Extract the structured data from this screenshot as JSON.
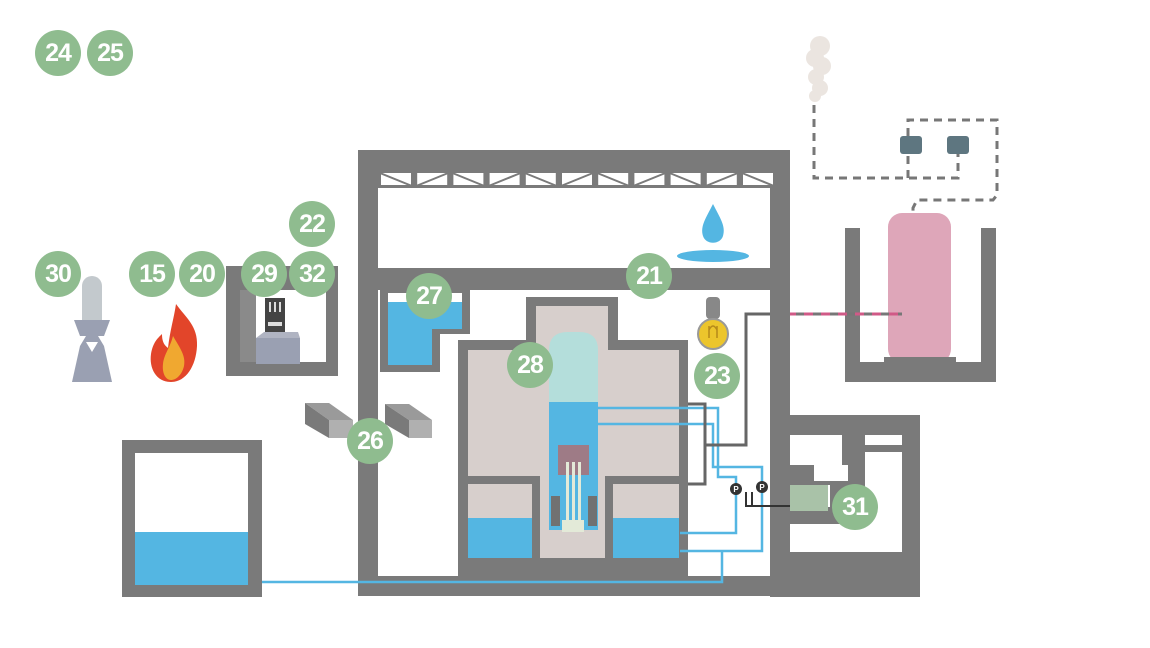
{
  "diagram": {
    "title": "Plant layout diagram with numbered hotspots",
    "colors": {
      "wall": "#7a7a7a",
      "water": "#54b6e2",
      "reactor_interior": "#d7cfcc",
      "steam": "#b4dedb",
      "badge": "#8fbc8f",
      "badge_text": "#ffffff",
      "tank_pink": "#dea6b9",
      "flame_outer": "#e2452a",
      "flame_inner": "#f0a830",
      "bulb": "#ecc52c",
      "control_box": "#5e7680",
      "fuel_block": "#9e7b86"
    },
    "hotspots": [
      {
        "id": "24",
        "label": "24",
        "subject": "top-left item"
      },
      {
        "id": "25",
        "label": "25",
        "subject": "top-left item"
      },
      {
        "id": "30",
        "label": "30",
        "subject": "rocket-launcher"
      },
      {
        "id": "15",
        "label": "15",
        "subject": "fire"
      },
      {
        "id": "20",
        "label": "20",
        "subject": "fire"
      },
      {
        "id": "29",
        "label": "29",
        "subject": "control-panel"
      },
      {
        "id": "32",
        "label": "32",
        "subject": "control-panel"
      },
      {
        "id": "22",
        "label": "22",
        "subject": "control-room"
      },
      {
        "id": "27",
        "label": "27",
        "subject": "spent-fuel-pool"
      },
      {
        "id": "21",
        "label": "21",
        "subject": "roof-leak"
      },
      {
        "id": "28",
        "label": "28",
        "subject": "reactor"
      },
      {
        "id": "23",
        "label": "23",
        "subject": "power-supply"
      },
      {
        "id": "26",
        "label": "26",
        "subject": "barrier-blocks"
      },
      {
        "id": "31",
        "label": "31",
        "subject": "generator-building"
      }
    ],
    "pump_labels": [
      "P",
      "P"
    ]
  }
}
